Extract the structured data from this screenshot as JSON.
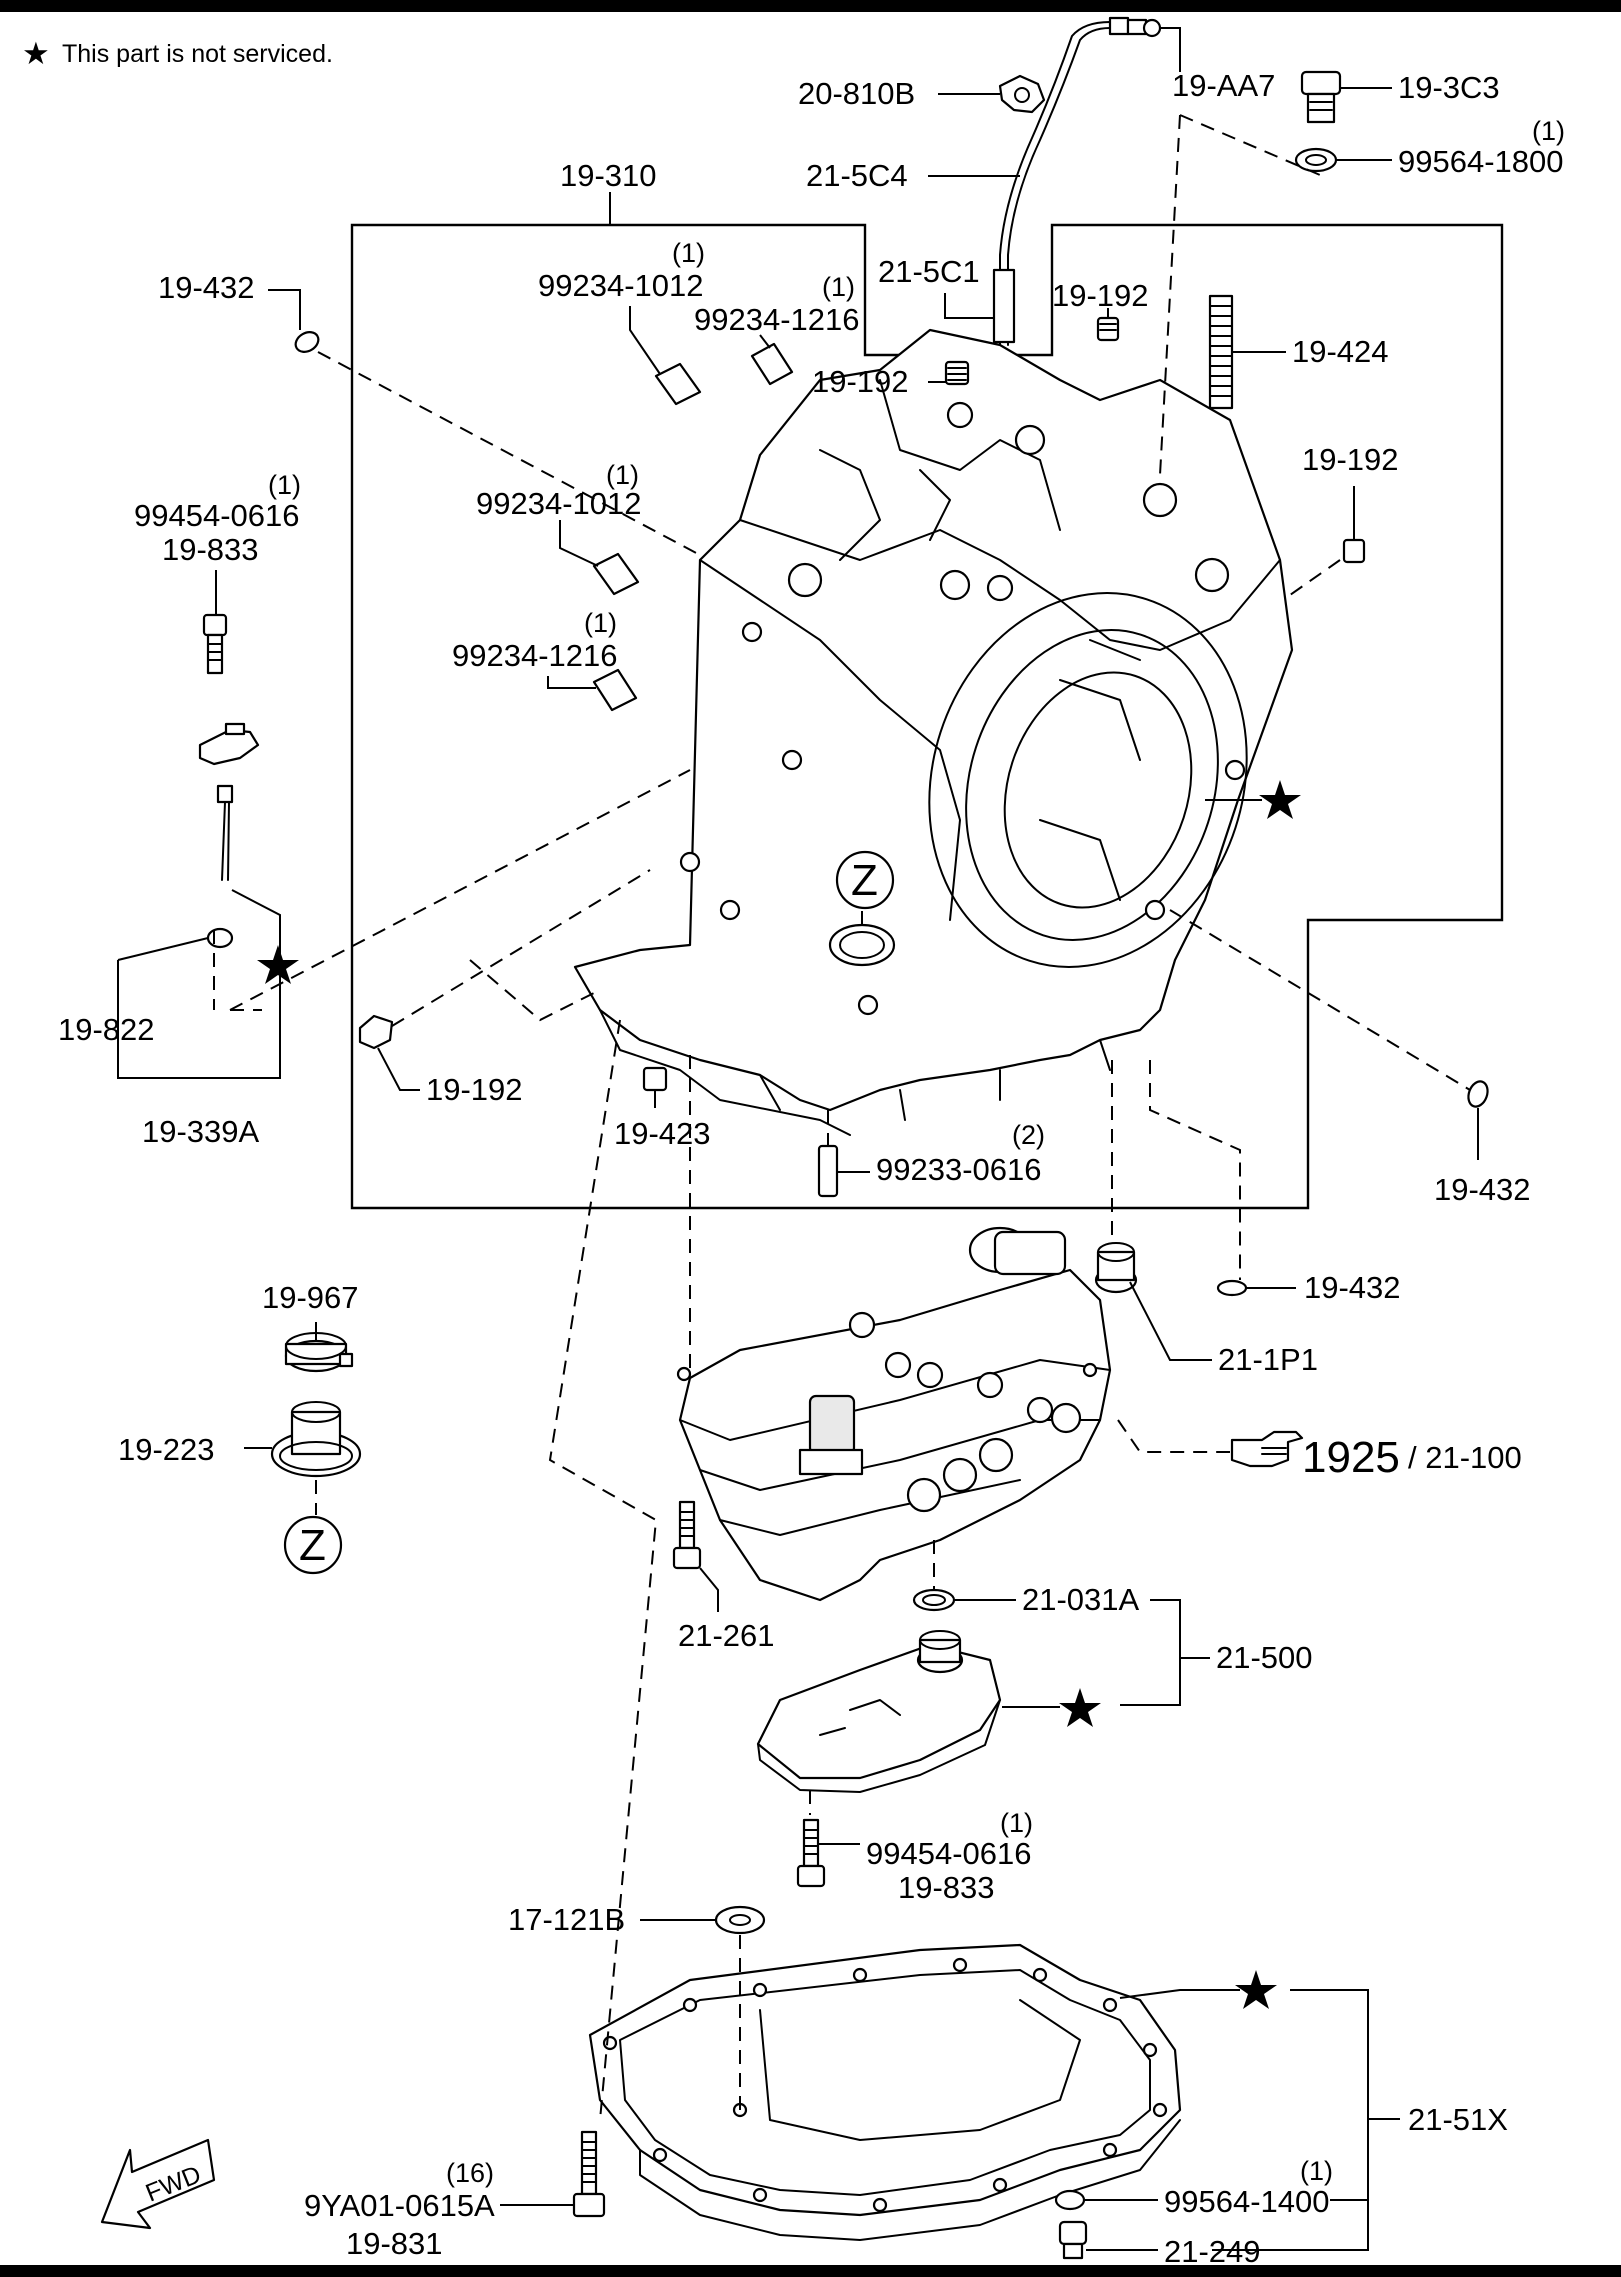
{
  "note": {
    "star": "★",
    "text": "This part is not serviced."
  },
  "groups": {
    "upper": "19-310",
    "side": "19-339A",
    "valve_assy": "21-500",
    "pan": "21-51X"
  },
  "labels": {
    "l_19AA7": "19-AA7",
    "l_20810B": "20-810B",
    "l_193C3": "19-3C3",
    "l_99564_1800_q": "(1)",
    "l_99564_1800": "99564-1800",
    "l_215C4": "21-5C4",
    "l_19310": "19-310",
    "l_19432a": "19-432",
    "l_99234_1012a_q": "(1)",
    "l_99234_1012a": "99234-1012",
    "l_99234_1216a_q": "(1)",
    "l_99234_1216a": "99234-1216",
    "l_215C1": "21-5C1",
    "l_19192a": "19-192",
    "l_19192b": "19-192",
    "l_19424": "19-424",
    "l_19192c": "19-192",
    "l_99454_0616a_q": "(1)",
    "l_99454_0616a": "99454-0616",
    "l_19833a": "19-833",
    "l_99234_1012b_q": "(1)",
    "l_99234_1012b": "99234-1012",
    "l_99234_1216b_q": "(1)",
    "l_99234_1216b": "99234-1216",
    "l_zone_z": "Z",
    "l_19822": "19-822",
    "l_19339A": "19-339A",
    "l_19192d": "19-192",
    "l_19423": "19-423",
    "l_99233_0616_q": "(2)",
    "l_99233_0616": "99233-0616",
    "l_19432b": "19-432",
    "l_19967": "19-967",
    "l_19223": "19-223",
    "l_zone_z2": "Z",
    "l_19432c": "19-432",
    "l_211P1": "21-1P1",
    "l_1925": "1925",
    "l_21100": "/ 21-100",
    "l_21261": "21-261",
    "l_21031A": "21-031A",
    "l_21500": "21-500",
    "l_99454_0616b_q": "(1)",
    "l_99454_0616b": "99454-0616",
    "l_19833b": "19-833",
    "l_17121B": "17-121B",
    "l_2151X": "21-51X",
    "l_99564_1400_q": "(1)",
    "l_99564_1400": "99564-1400",
    "l_21249": "21-249",
    "l_9YA01_q": "(16)",
    "l_9YA01": "9YA01-0615A",
    "l_19831": "19-831",
    "l_fwd": "FWD"
  },
  "star_markers": 4,
  "icons": [
    "star-icon",
    "pointing-hand-icon",
    "fwd-arrow-icon"
  ]
}
